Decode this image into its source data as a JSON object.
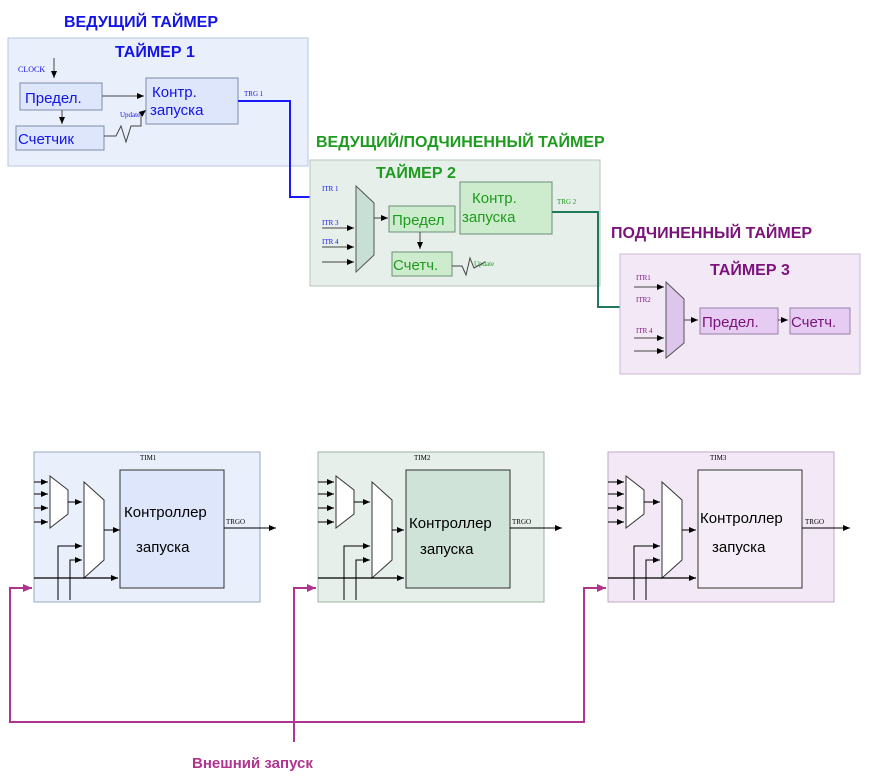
{
  "top": {
    "master_heading": "ВЕДУЩИЙ ТАЙМЕР",
    "master_subheading": "ТАЙМЕР 1",
    "master_clock": "CLOCK",
    "master_prescaler": "Предел.",
    "master_counter": "Счетчик",
    "master_update": "Update",
    "master_ctrl_line1": "Контр.",
    "master_ctrl_line2": "запуска",
    "master_trg": "TRG 1",
    "ms_heading": "ВЕДУЩИЙ/ПОДЧИНЕННЫЙ ТАЙМЕР",
    "ms_subheading": "ТАЙМЕР 2",
    "ms_itr1": "ITR 1",
    "ms_itr3": "ITR 3",
    "ms_itr4": "ITR 4",
    "ms_prescaler": "Предел",
    "ms_counter": "Счетч.",
    "ms_update": "Update",
    "ms_ctrl_line1": "Контр.",
    "ms_ctrl_line2": "запуска",
    "ms_trg": "TRG 2",
    "slave_heading": "ПОДЧИНЕННЫЙ ТАЙМЕР",
    "slave_subheading": "ТАЙМЕР 3",
    "slave_itr1": "ITR1",
    "slave_itr2": "ITR2",
    "slave_itr4": "ITR 4",
    "slave_prescaler": "Предел.",
    "slave_counter": "Счетч."
  },
  "bottom": {
    "tim1_label": "TIM1",
    "tim2_label": "TIM2",
    "tim3_label": "TIM3",
    "ctrl_line1": "Контроллер",
    "ctrl_line2": "запуска",
    "trgo": "TRGO",
    "external_trigger": "Внешний запуск"
  },
  "colors": {
    "blue": "#1414e6",
    "green": "#1f9b1f",
    "purple": "#7b137b",
    "wire_blue": "#1a1aff",
    "wire_teal": "#1f7a5c",
    "wire_magenta": "#b0348f",
    "pale_blue": "#eaf0fb",
    "pale_green": "#e6efea",
    "pale_purple": "#f3e8f6",
    "lavender": "#dcc6ec",
    "block_green": "#cdeccd",
    "block_blue": "#dde6fb",
    "block_purple": "#e6ccf2"
  }
}
